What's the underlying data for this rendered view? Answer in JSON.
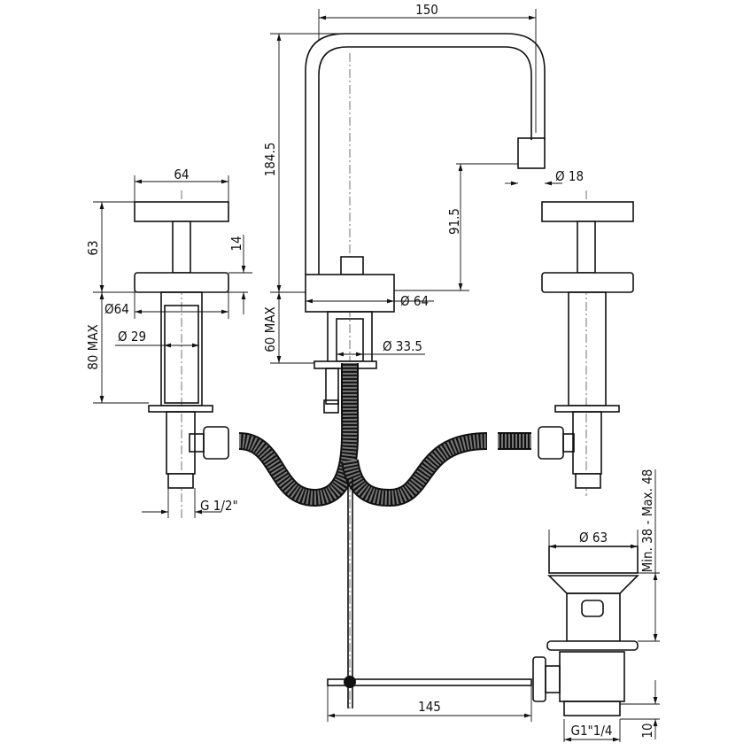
{
  "drawing": {
    "spout_width": "150",
    "spout_height": "184.5",
    "spout_reach_height": "91.5",
    "nozzle_diameter": "Ø 18",
    "center_base_diameter": "Ø 64",
    "center_max_thickness": "60 MAX",
    "center_shank_diameter": "Ø 33.5",
    "handle_width": "64",
    "handle_height": "63",
    "handle_base_height": "14",
    "handle_base_diameter": "Ø64",
    "handle_shank_diameter": "Ø 29",
    "handle_max_thickness": "80 MAX",
    "handle_thread": "G  1/2\"",
    "drain_diameter": "Ø 63",
    "drain_range": "Min. 38 - Max. 48",
    "rod_length": "145",
    "drain_thread": "G1\"1/4",
    "drain_thread_height": "10"
  }
}
